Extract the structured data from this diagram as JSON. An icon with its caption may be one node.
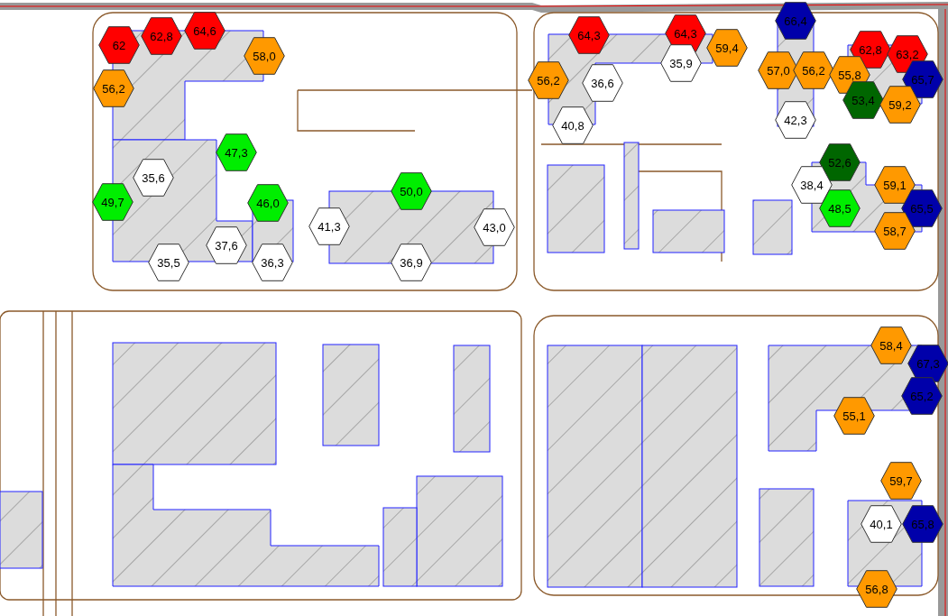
{
  "diagram": {
    "nodes": [
      {
        "text": [
          "62"
        ]
      },
      {
        "text": [
          "62,8"
        ]
      },
      {
        "text": [
          "64,6"
        ]
      },
      {
        "text": [
          "58,0"
        ]
      },
      {
        "text": [
          "56,2"
        ]
      },
      {
        "text": [
          "47,3"
        ]
      },
      {
        "text": [
          "35,6"
        ]
      },
      {
        "text": [
          "49,7"
        ]
      },
      {
        "text": [
          "46,0"
        ]
      },
      {
        "text": [
          "50,0"
        ]
      },
      {
        "text": [
          "41,3"
        ]
      },
      {
        "text": [
          "43,0"
        ]
      },
      {
        "text": [
          "37,6"
        ]
      },
      {
        "text": [
          "35,5"
        ]
      },
      {
        "text": [
          "36,3"
        ]
      },
      {
        "text": [
          "36,9"
        ]
      },
      {
        "text": [
          "64,3"
        ]
      },
      {
        "text": [
          "64,3"
        ]
      },
      {
        "text": [
          "59,4"
        ]
      },
      {
        "text": [
          "35,9"
        ]
      },
      {
        "text": [
          "66,4"
        ]
      },
      {
        "text": [
          "57,0"
        ]
      },
      {
        "text": [
          "56,2"
        ]
      },
      {
        "text": [
          "62,8"
        ]
      },
      {
        "text": [
          "63,2"
        ]
      },
      {
        "text": [
          "55,8"
        ]
      },
      {
        "text": [
          "56,2"
        ]
      },
      {
        "text": [
          "36,6"
        ]
      },
      {
        "text": [
          "65,7"
        ]
      },
      {
        "text": [
          "53,4"
        ]
      },
      {
        "text": [
          "59,2"
        ]
      },
      {
        "text": [
          "40,8"
        ]
      },
      {
        "text": [
          "42,3"
        ]
      },
      {
        "text": [
          "52,6"
        ]
      },
      {
        "text": [
          "38,4"
        ]
      },
      {
        "text": [
          "59,1"
        ]
      },
      {
        "text": [
          "48,5"
        ]
      },
      {
        "text": [
          "65,5"
        ]
      },
      {
        "text": [
          "58,7"
        ]
      },
      {
        "text": [
          "58,4"
        ]
      },
      {
        "text": [
          "67,3"
        ]
      },
      {
        "text": [
          "65,2"
        ]
      },
      {
        "text": [
          "55,1"
        ]
      },
      {
        "text": [
          "59,7"
        ]
      },
      {
        "text": [
          "40,1"
        ]
      },
      {
        "text": [
          "65,8"
        ]
      },
      {
        "text": [
          "56,8"
        ]
      }
    ]
  }
}
